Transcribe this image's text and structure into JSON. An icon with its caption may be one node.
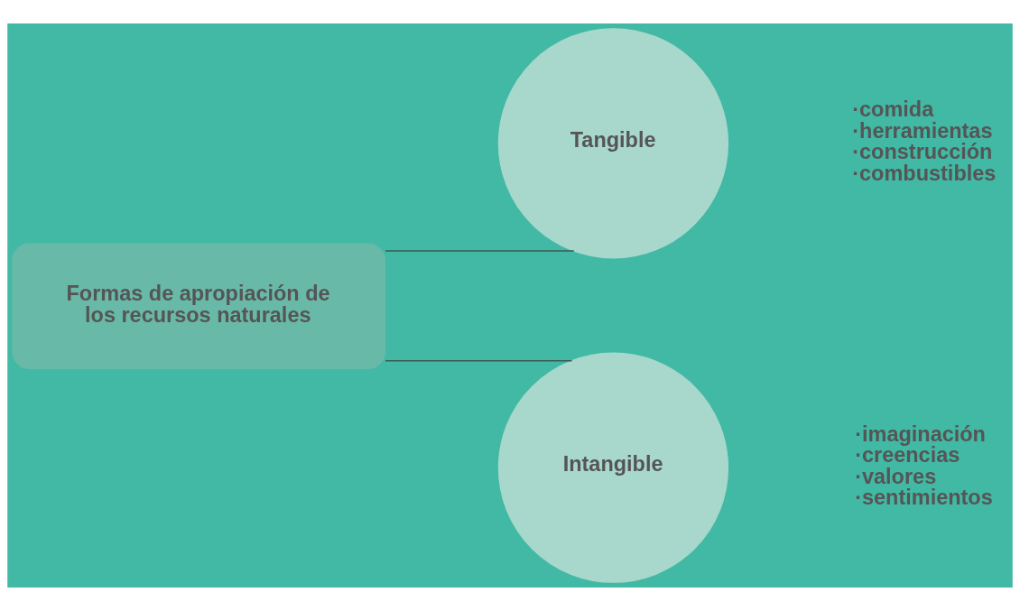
{
  "diagram": {
    "nodes": [
      {
        "text": [
          "Formas de apropiación de los recursos naturales"
        ]
      },
      {
        "text": [
          "Tangible"
        ],
        "beside": [
          "·comida",
          "·herramientas",
          "·construcción",
          "·combustibles"
        ]
      },
      {
        "text": [
          "Intangible"
        ],
        "beside": [
          "·imaginación",
          "·creencias",
          "·valores",
          "·sentimientos"
        ]
      }
    ],
    "edges": [
      {
        "from": 0,
        "to": 1,
        "arrow": "none"
      },
      {
        "from": 0,
        "to": 2,
        "arrow": "none"
      }
    ]
  }
}
